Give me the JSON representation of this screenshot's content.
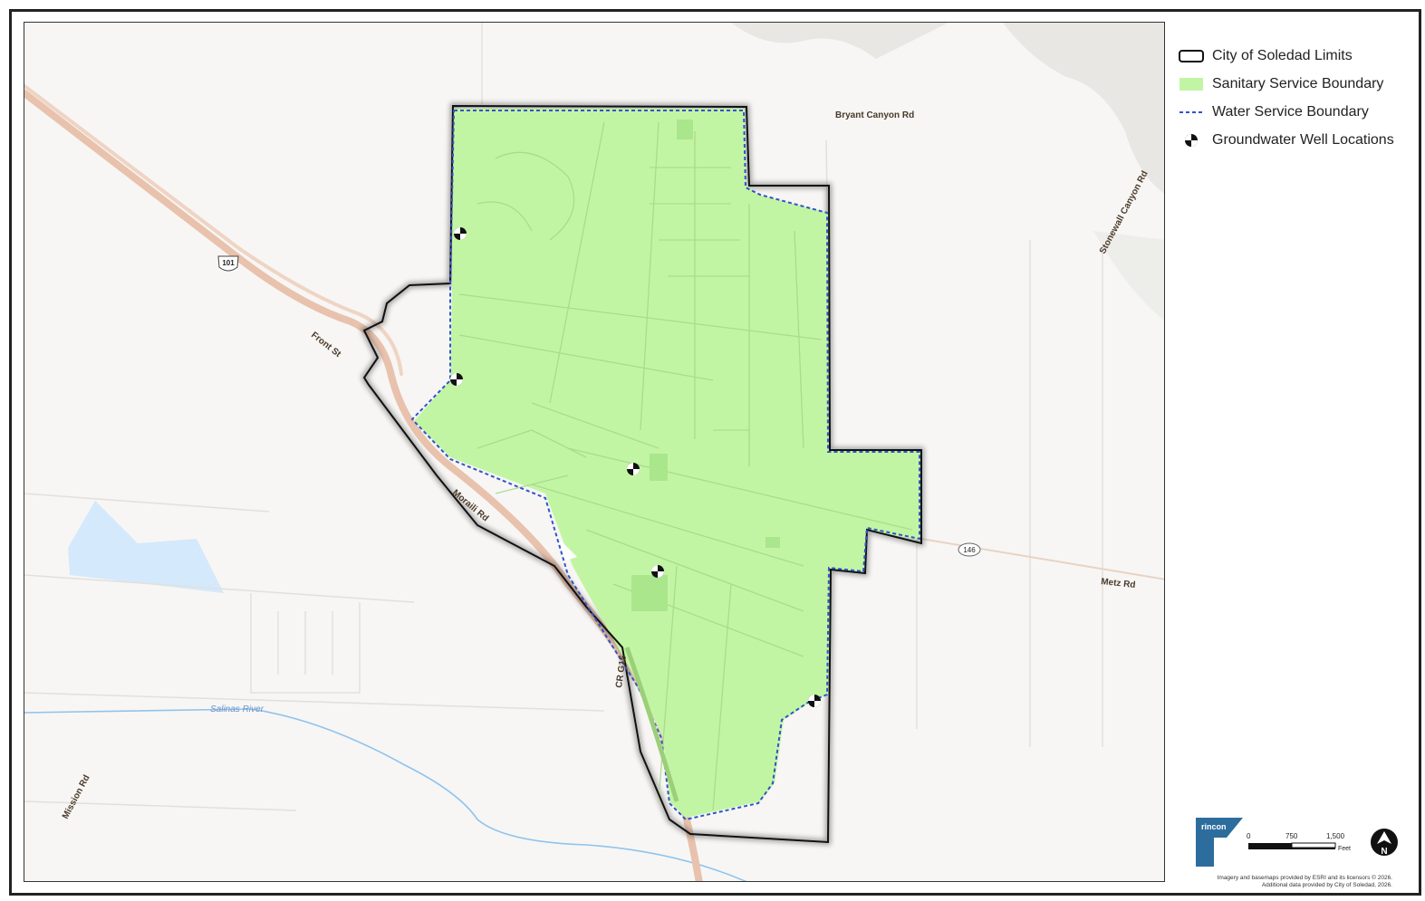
{
  "legend": {
    "items": [
      {
        "label": "City of Soledad Limits",
        "symbol": "city-limits",
        "icon": "outline-rectangle-icon"
      },
      {
        "label": "Sanitary Service Boundary",
        "symbol": "sanitary",
        "icon": "green-fill-icon"
      },
      {
        "label": "Water Service Boundary",
        "symbol": "water",
        "icon": "blue-dashed-line-icon"
      },
      {
        "label": "Groundwater Well Locations",
        "symbol": "well",
        "icon": "well-marker-icon"
      }
    ]
  },
  "map": {
    "road_labels": {
      "us101": "101",
      "front_st": "Front St",
      "moraili_rd": "Moraili Rd",
      "bryant_canyon": "Bryant Canyon Rd",
      "stonewall_canyon": "Stonewall Canyon Rd",
      "metz_rd": "Metz Rd",
      "sr146": "146",
      "cr_g15": "CR G15",
      "mission_rd": "Mission Rd",
      "salinas_river": "Salinas River"
    },
    "colors": {
      "sanitary_fill": "#c2f5a3",
      "water_line": "#2f55c8",
      "city_line": "#111111",
      "highway": "#e8c2ad",
      "water_body": "#d4e9fb",
      "river": "#8fc3ee",
      "terrain": "#d8d6d2"
    }
  },
  "scalebar": {
    "zero": "0",
    "mid": "750",
    "max": "1,500",
    "unit": "Feet"
  },
  "logo": {
    "text": "rincon"
  },
  "north_arrow": {
    "letter": "N"
  },
  "credits": {
    "line1": "Imagery and basemaps provided by ESRI and its licensors © 2026.",
    "line2": "Additional data provided by City of Soledad, 2026."
  }
}
